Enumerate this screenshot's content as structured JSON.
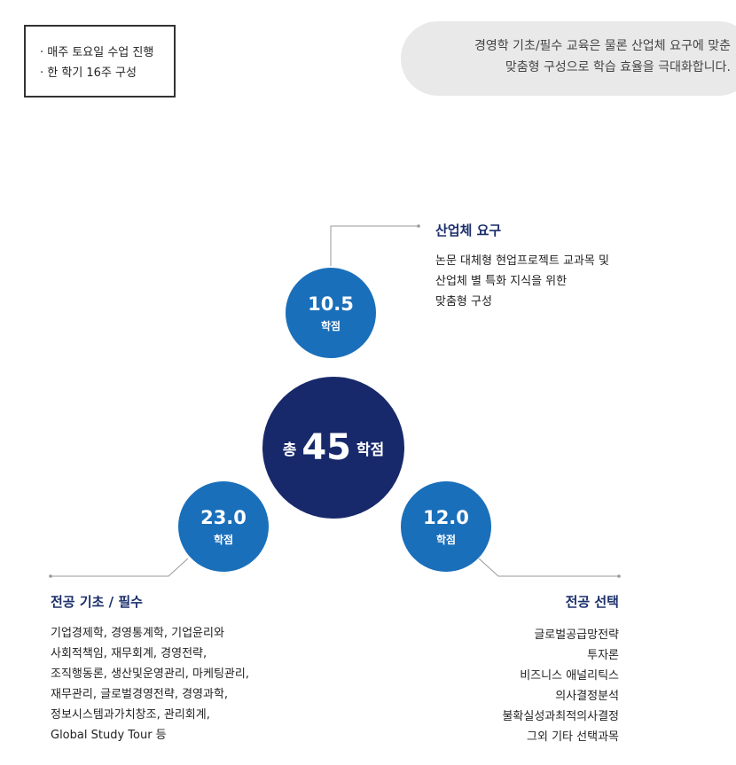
{
  "info_box": {
    "lines": [
      "· 매주 토요일 수업 진행",
      "· 한 학기 16주 구성"
    ]
  },
  "pill": {
    "lines": [
      "경영학 기초/필수 교육은 물론 산업체 요구에 맞춘",
      "맞춤형 구성으로 학습 효율을 극대화합니다."
    ]
  },
  "center": {
    "prefix": "총",
    "value": "45",
    "suffix": "학점"
  },
  "nodes": {
    "industry": {
      "value": "10.5",
      "unit": "학점"
    },
    "major_basic": {
      "value": "23.0",
      "unit": "학점"
    },
    "major_elective": {
      "value": "12.0",
      "unit": "학점"
    }
  },
  "industry": {
    "title": "산업체 요구",
    "lines": [
      "논문 대체형 현업프로젝트 교과목 및",
      "산업체 별 특화 지식을 위한",
      "맞춤형 구성"
    ]
  },
  "major_basic": {
    "title": "전공 기초 / 필수",
    "lines": [
      "기업경제학, 경영통계학, 기업윤리와",
      "사회적책임, 재무회계, 경영전략,",
      "조직행동론, 생산및운영관리, 마케팅관리,",
      "재무관리, 글로벌경영전략, 경영과학,",
      "정보시스템과가치창조, 관리회계,",
      "Global Study Tour 등"
    ]
  },
  "major_elective": {
    "title": "전공 선택",
    "lines": [
      "글로벌공급망전략",
      "투자론",
      "비즈니스 애널리틱스",
      "의사결정분석",
      "불확실성과최적의사결정",
      "그외 기타 선택과목"
    ]
  },
  "colors": {
    "navy": "#17296a",
    "blue": "#1a6fba",
    "heading": "#1b2f6b",
    "pill_bg": "#e9e9ea"
  }
}
